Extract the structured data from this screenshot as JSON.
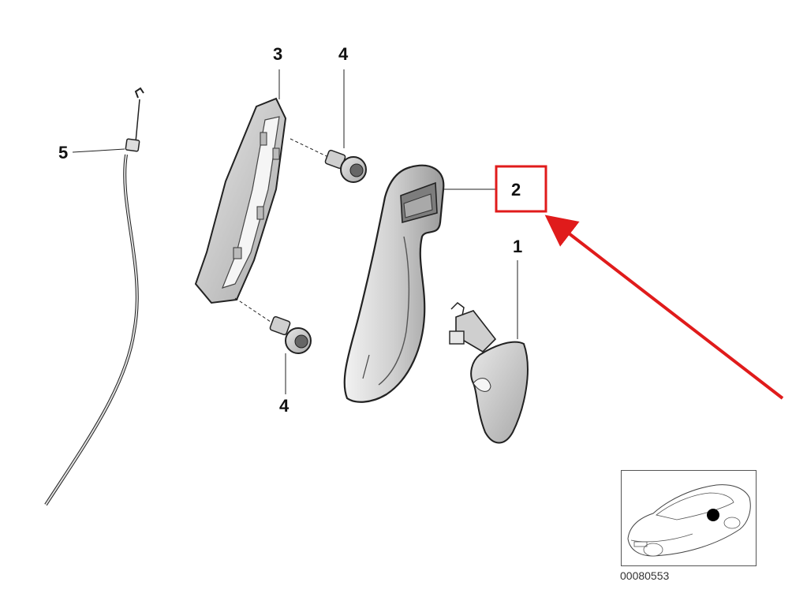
{
  "callouts": {
    "part_1": "1",
    "part_2": "2",
    "part_3": "3",
    "part_4_top": "4",
    "part_4_bottom": "4",
    "part_5": "5"
  },
  "reference_code": "00080553",
  "colors": {
    "highlight": "#e01b1b",
    "outline": "#222222",
    "part_fill": "#d9d9d9"
  }
}
